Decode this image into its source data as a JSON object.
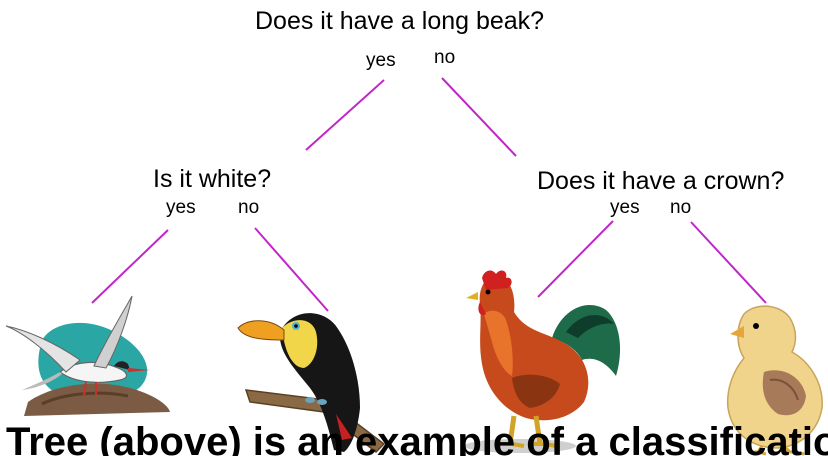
{
  "root": {
    "question": "Does it have a long beak?",
    "yes": "yes",
    "no": "no"
  },
  "left": {
    "question": "Is it white?",
    "yes": "yes",
    "no": "no"
  },
  "right": {
    "question": "Does it have a crown?",
    "yes": "yes",
    "no": "no"
  },
  "leaves": [
    {
      "icon": "tern-icon"
    },
    {
      "icon": "toucan-icon"
    },
    {
      "icon": "rooster-icon"
    },
    {
      "icon": "chick-icon"
    }
  ],
  "caption": "Tree (above) is an example of a classification de",
  "colors": {
    "edge": "#c026c8",
    "text": "#000000"
  }
}
